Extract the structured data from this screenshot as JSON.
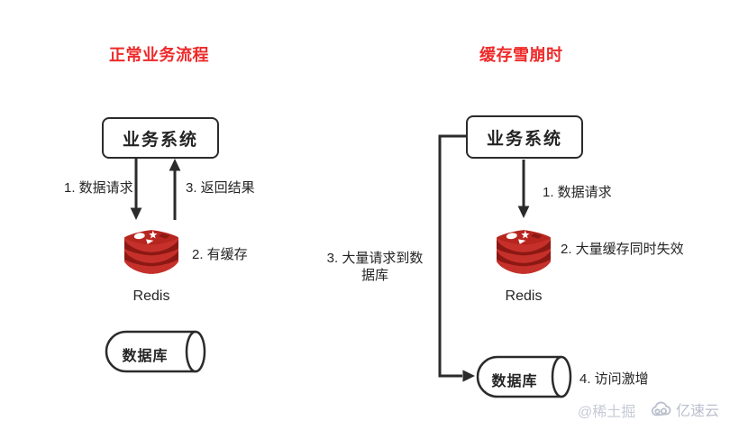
{
  "left_flow": {
    "title": "正常业务流程",
    "system_box": "业务系统",
    "step1": "1. 数据请求",
    "step2": "2. 有缓存",
    "step3": "3. 返回结果",
    "redis_label": "Redis",
    "db_label": "数据库"
  },
  "right_flow": {
    "title": "缓存雪崩时",
    "system_box": "业务系统",
    "step1": "1. 数据请求",
    "step2": "2. 大量缓存同时失效",
    "step3_line1": "3. 大量请求到数",
    "step3_line2": "据库",
    "step4": "4. 访问激增",
    "redis_label": "Redis",
    "db_label": "数据库"
  },
  "watermark": {
    "author": "@稀土掘",
    "brand": "亿速云"
  },
  "colors": {
    "title_red": "#ee2a2a",
    "line_dark": "#2b2b2b",
    "redis_red": "#c6302b",
    "redis_dark": "#8c1813",
    "watermark_gray": "#c5cad5"
  }
}
